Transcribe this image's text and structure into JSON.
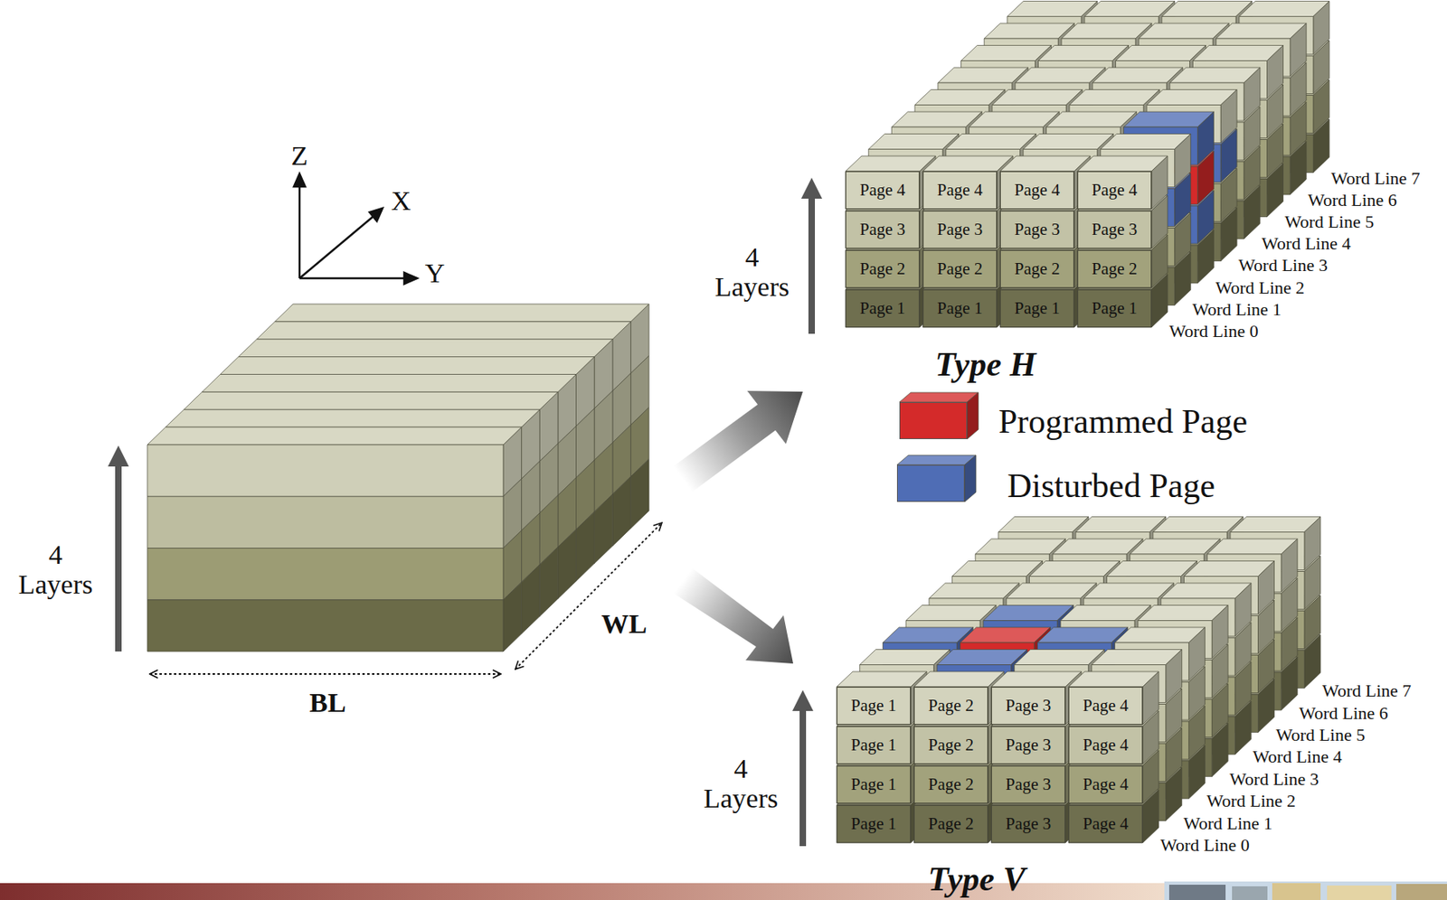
{
  "diagram": {
    "nodes": [
      {
        "text": [
          "Page 4"
        ]
      },
      {
        "text": [
          "Page 4"
        ]
      },
      {
        "text": [
          "Page 4"
        ]
      },
      {
        "text": [
          "Page 4"
        ]
      },
      {
        "text": [
          "Page 3"
        ]
      },
      {
        "text": [
          "Page 3"
        ]
      },
      {
        "text": [
          "Page 3"
        ]
      },
      {
        "text": [
          "Page 3"
        ]
      },
      {
        "text": [
          "Page 2"
        ]
      },
      {
        "text": [
          "Page 2"
        ]
      },
      {
        "text": [
          "Page 2"
        ]
      },
      {
        "text": [
          "Page 2"
        ]
      },
      {
        "text": [
          "Page 1"
        ]
      },
      {
        "text": [
          "Page 1"
        ]
      },
      {
        "text": [
          "Page 1"
        ]
      },
      {
        "text": [
          "Page 1"
        ]
      },
      {
        "text": [
          "Page 1"
        ]
      },
      {
        "text": [
          "Page 2"
        ]
      },
      {
        "text": [
          "Page 3"
        ]
      },
      {
        "text": [
          "Page 4"
        ]
      },
      {
        "text": [
          "Page 1"
        ]
      },
      {
        "text": [
          "Page 2"
        ]
      },
      {
        "text": [
          "Page 3"
        ]
      },
      {
        "text": [
          "Page 4"
        ]
      },
      {
        "text": [
          "Page 1"
        ]
      },
      {
        "text": [
          "Page 2"
        ]
      },
      {
        "text": [
          "Page 3"
        ]
      },
      {
        "text": [
          "Page 4"
        ]
      },
      {
        "text": [
          "Page 1"
        ]
      },
      {
        "text": [
          "Page 2"
        ]
      },
      {
        "text": [
          "Page 3"
        ]
      },
      {
        "text": [
          "Page 4"
        ]
      }
    ],
    "labels": [
      "Z",
      "X",
      "Y",
      "4 Layers",
      "BL",
      "WL",
      "4 Layers",
      "Word Line 7",
      "Word Line 6",
      "Word Line 5",
      "Word Line 4",
      "Word Line 3",
      "Word Line 2",
      "Word Line 1",
      "Word Line 0",
      "Type H",
      "4 Layers",
      "Word Line 7",
      "Word Line 6",
      "Word Line 5",
      "Word Line 4",
      "Word Line 3",
      "Word Line 2",
      "Word Line 1",
      "Word Line 0",
      "Type V"
    ],
    "legend": [
      {
        "text": "Programmed Page",
        "color": "#d42a2a"
      },
      {
        "text": "Disturbed Page",
        "color": "#4f6db5"
      }
    ]
  }
}
